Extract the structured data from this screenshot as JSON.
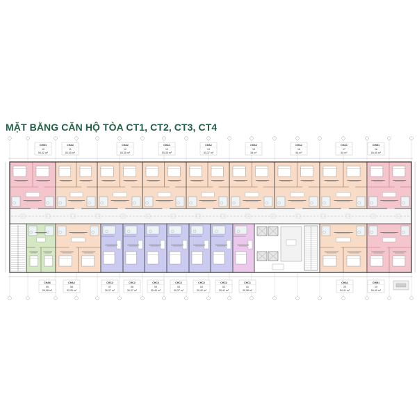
{
  "title": "MẶT BẰNG CĂN HỘ TÒA CT1, CT2, CT3, CT4",
  "colors": {
    "title": "#1f5f46",
    "wall": "#4d4d4d",
    "corridor": "#f6f6f6",
    "core": "#ffffff",
    "grid": "#b5b5b5"
  },
  "units_top": [
    {
      "code": "CHM1",
      "no": "10",
      "area": "59,42 m²",
      "fill": "#f4c5cc"
    },
    {
      "code": "CHA2",
      "no": "11",
      "area": "53,35 m²",
      "fill": "#f8dcc7"
    },
    {
      "code": "CHA2",
      "no": "12",
      "area": "53,35 m²",
      "fill": "#f8dcc7"
    },
    {
      "code": "CHA1",
      "no": "13",
      "area": "53,35 m²",
      "fill": "#f8dcc7"
    },
    {
      "code": "CHA2",
      "no": "14",
      "area": "53,37 m²",
      "fill": "#f8dcc7"
    },
    {
      "code": "CHA2",
      "no": "15",
      "area": "54 m²",
      "fill": "#f8dcc7"
    },
    {
      "code": "CHA2",
      "no": "16",
      "area": "54 m²",
      "fill": "#f8dcc7"
    },
    {
      "code": "CHA1",
      "no": "17",
      "area": "54 m²",
      "fill": "#f8dcc7"
    },
    {
      "code": "CHM1",
      "no": "18",
      "area": "54,40 m²",
      "fill": "#f4c5cc"
    }
  ],
  "units_bottom": [
    {
      "code": "CHA6",
      "no": "09",
      "area": "59,98 m²",
      "fill": "#d3e8c3"
    },
    {
      "code": "CHA2",
      "no": "08",
      "area": "53,35 m²",
      "fill": "#f8dcc7"
    },
    {
      "code": "CHC2",
      "no": "07",
      "area": "30,37 m²",
      "fill": "#cbcaf0"
    },
    {
      "code": "CHC2",
      "no": "06",
      "area": "30,37 m²",
      "fill": "#cbcaf0"
    },
    {
      "code": "CHC2",
      "no": "05",
      "area": "30,40 m²",
      "fill": "#cbcaf0"
    },
    {
      "code": "CHC2",
      "no": "04",
      "area": "30,37 m²",
      "fill": "#cbcaf0"
    },
    {
      "code": "CHC2",
      "no": "03",
      "area": "30,42 m²",
      "fill": "#cbcaf0"
    },
    {
      "code": "CHC2",
      "no": "02",
      "area": "30,41 m²",
      "fill": "#cbcaf0"
    },
    {
      "code": "CHC1",
      "no": "01",
      "area": "30,38 m²",
      "fill": "#ecc9ec"
    },
    {
      "code": "CHA2",
      "no": "20",
      "area": "54,41 m²",
      "fill": "#f8dcc7"
    },
    {
      "code": "CHM1",
      "no": "19",
      "area": "54,40 m²",
      "fill": "#f4c5cc"
    }
  ]
}
